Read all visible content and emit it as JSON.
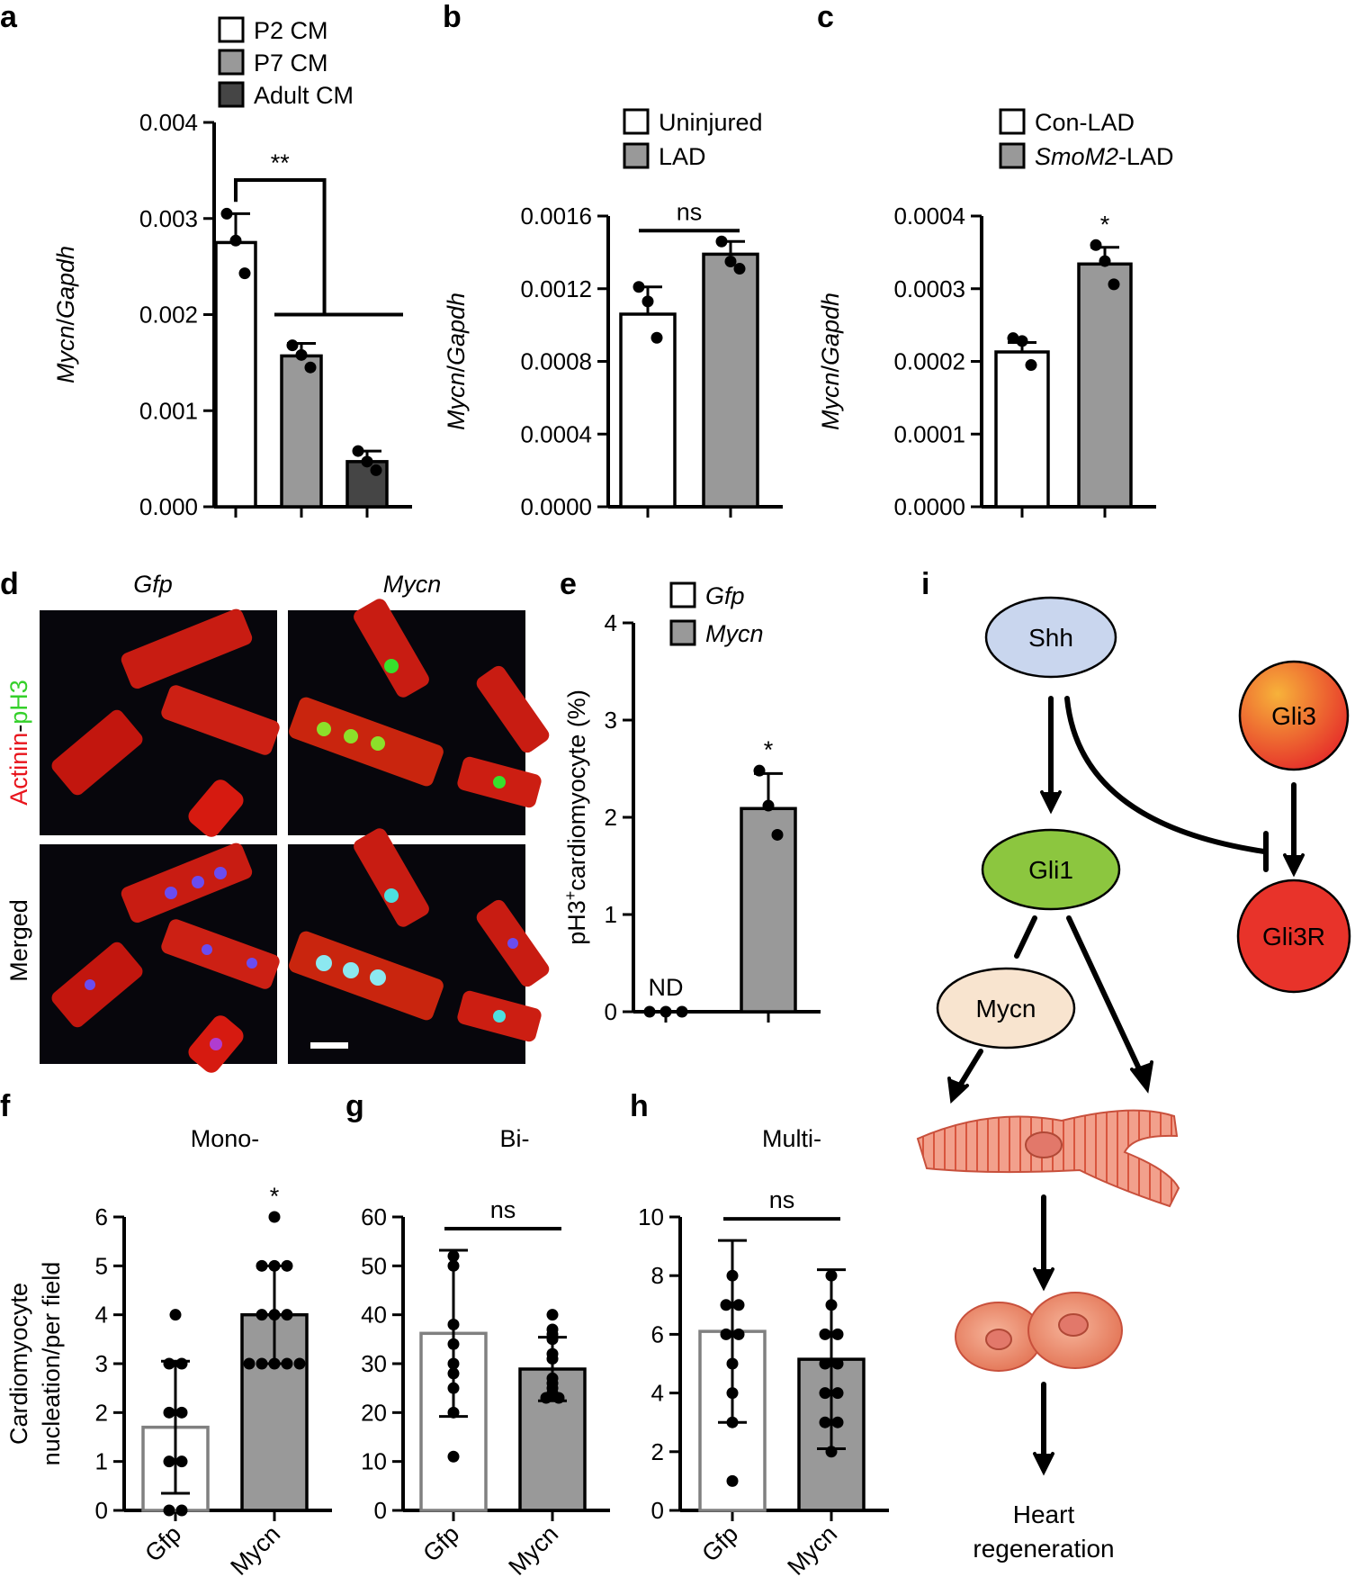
{
  "panel_labels": {
    "a": "a",
    "b": "b",
    "c": "c",
    "d": "d",
    "e": "e",
    "f": "f",
    "g": "g",
    "h": "h",
    "i": "i"
  },
  "chart_data": [
    {
      "id": "a",
      "type": "bar",
      "ylabel": "Mycn/Gapdh",
      "ylim": [
        0,
        0.004
      ],
      "yticks": [
        "0.000",
        "0.001",
        "0.002",
        "0.003",
        "0.004"
      ],
      "categories": [
        "P2 CM",
        "P7 CM",
        "Adult CM"
      ],
      "values": [
        0.00275,
        0.00157,
        0.00047
      ],
      "errors": [
        0.0003,
        0.00013,
        0.00011
      ],
      "points": [
        [
          0.00305,
          0.00277,
          0.00243
        ],
        [
          0.00168,
          0.00158,
          0.00145
        ],
        [
          0.00058,
          0.00047,
          0.00038
        ]
      ],
      "colors": [
        "#ffffff",
        "#999999",
        "#454545"
      ],
      "legend": [
        "P2 CM",
        "P7 CM",
        "Adult CM"
      ],
      "significance": [
        {
          "from": 0,
          "to": 1,
          "label": "**"
        }
      ]
    },
    {
      "id": "b",
      "type": "bar",
      "ylabel": "Mycn/Gapdh",
      "ylim": [
        0,
        0.0016
      ],
      "yticks": [
        "0.0000",
        "0.0004",
        "0.0008",
        "0.0012",
        "0.0016"
      ],
      "categories": [
        "Uninjured",
        "LAD"
      ],
      "values": [
        0.00106,
        0.00139
      ],
      "errors": [
        0.00015,
        7e-05
      ],
      "points": [
        [
          0.00121,
          0.00113,
          0.00093
        ],
        [
          0.00146,
          0.00135,
          0.00131
        ]
      ],
      "colors": [
        "#ffffff",
        "#999999"
      ],
      "legend": [
        "Uninjured",
        "LAD"
      ],
      "significance": [
        {
          "from": 0,
          "to": 1,
          "label": "ns"
        }
      ]
    },
    {
      "id": "c",
      "type": "bar",
      "ylabel": "Mycn/Gapdh",
      "ylim": [
        0,
        0.0004
      ],
      "yticks": [
        "0.0000",
        "0.0001",
        "0.0002",
        "0.0003",
        "0.0004"
      ],
      "categories": [
        "Con-LAD",
        "SmoM2-LAD"
      ],
      "values": [
        0.000213,
        0.000334
      ],
      "errors": [
        1.3e-05,
        2.3e-05
      ],
      "points": [
        [
          0.000232,
          0.000228,
          0.000195
        ],
        [
          0.00036,
          0.000338,
          0.000306
        ]
      ],
      "colors": [
        "#ffffff",
        "#999999"
      ],
      "legend": [
        "Con-LAD",
        "SmoM2-LAD"
      ],
      "significance": [
        {
          "index": 1,
          "label": "*"
        }
      ]
    },
    {
      "id": "e",
      "type": "bar",
      "ylabel": "pH3+cardiomyocyte (%)",
      "ylim": [
        0,
        4
      ],
      "yticks": [
        "0",
        "1",
        "2",
        "3",
        "4"
      ],
      "categories": [
        "Gfp",
        "Mycn"
      ],
      "values": [
        0,
        2.09
      ],
      "errors": [
        0,
        0.36
      ],
      "points": [
        [
          0,
          0,
          0
        ],
        [
          2.48,
          2.12,
          1.82
        ]
      ],
      "colors": [
        "#ffffff",
        "#999999"
      ],
      "legend": [
        "Gfp",
        "Mycn"
      ],
      "annotation_bar0": "ND",
      "significance": [
        {
          "index": 1,
          "label": "*"
        }
      ]
    },
    {
      "id": "f",
      "type": "bar",
      "title": "Mono-",
      "ylabel": "Cardiomyocyte nucleation/per field",
      "ylim": [
        0,
        6
      ],
      "yticks": [
        "0",
        "1",
        "2",
        "3",
        "4",
        "5",
        "6"
      ],
      "categories": [
        "Gfp",
        "Mycn"
      ],
      "values": [
        1.7,
        4.0
      ],
      "errors": [
        1.35,
        1.0
      ],
      "points": [
        [
          4,
          3,
          3,
          2,
          2,
          1,
          1,
          0,
          0
        ],
        [
          6,
          5,
          5,
          5,
          4,
          4,
          4,
          3,
          3,
          3,
          3,
          3
        ]
      ],
      "colors": [
        "#ffffff",
        "#999999"
      ],
      "significance": [
        {
          "index": 1,
          "label": "*"
        }
      ]
    },
    {
      "id": "g",
      "type": "bar",
      "title": "Bi-",
      "ylim": [
        0,
        60
      ],
      "yticks": [
        "0",
        "10",
        "20",
        "30",
        "40",
        "50",
        "60"
      ],
      "categories": [
        "Gfp",
        "Mycn"
      ],
      "values": [
        36.2,
        28.9
      ],
      "errors": [
        17,
        6.5
      ],
      "points": [
        [
          52,
          50,
          38,
          34,
          30,
          28,
          25,
          20,
          11
        ],
        [
          40,
          37,
          36,
          35,
          32,
          31,
          27,
          26,
          25,
          24,
          23,
          23
        ]
      ],
      "colors": [
        "#ffffff",
        "#999999"
      ],
      "significance": [
        {
          "from": 0,
          "to": 1,
          "label": "ns"
        }
      ]
    },
    {
      "id": "h",
      "type": "bar",
      "title": "Multi-",
      "ylim": [
        0,
        10
      ],
      "yticks": [
        "0",
        "2",
        "4",
        "6",
        "8",
        "10"
      ],
      "categories": [
        "Gfp",
        "Mycn"
      ],
      "values": [
        6.1,
        5.15
      ],
      "errors": [
        3.1,
        3.05
      ],
      "points": [
        [
          8,
          7,
          7,
          6,
          6,
          5,
          4,
          3,
          1
        ],
        [
          8,
          7,
          6,
          6,
          5,
          5,
          4,
          4,
          3,
          3,
          2
        ]
      ],
      "colors": [
        "#ffffff",
        "#999999"
      ],
      "significance": [
        {
          "from": 0,
          "to": 1,
          "label": "ns"
        }
      ]
    }
  ],
  "micrograph": {
    "columns": [
      "Gfp",
      "Mycn"
    ],
    "row_label_top": [
      "Actinin",
      "-",
      "pH3"
    ],
    "row_label_top_colors": [
      "#e8141c",
      "#000000",
      "#34d02a"
    ],
    "row_label_bottom": "Merged"
  },
  "diagram": {
    "nodes": {
      "shh": "Shh",
      "gli3": "Gli3",
      "gli1": "Gli1",
      "gli3r": "Gli3R",
      "mycn": "Mycn"
    },
    "outcome": [
      "Heart",
      "regeneration"
    ],
    "colors": {
      "shh": "#c9d6ee",
      "gli1": "#8cc63f",
      "mycn": "#f8e4cf",
      "gli3r": "#e8332a"
    }
  }
}
